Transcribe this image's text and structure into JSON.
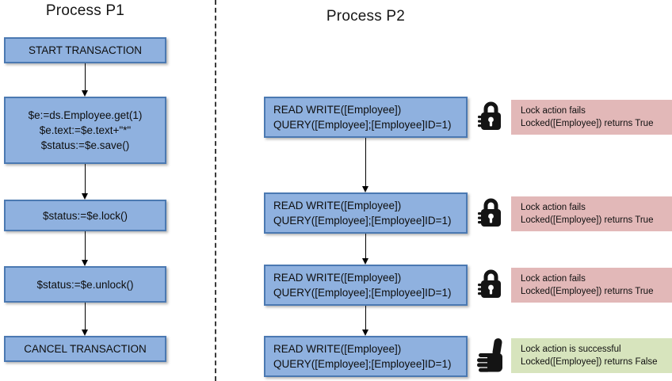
{
  "diagram": {
    "p1": {
      "title": "Process P1",
      "boxes": [
        {
          "lines": [
            "START TRANSACTION"
          ]
        },
        {
          "lines": [
            "$e:=ds.Employee.get(1)",
            "$e.text:=$e.text+\"*\"",
            "$status:=$e.save()"
          ]
        },
        {
          "lines": [
            "$status:=$e.lock()"
          ]
        },
        {
          "lines": [
            "$status:=$e.unlock()"
          ]
        },
        {
          "lines": [
            "CANCEL TRANSACTION"
          ]
        }
      ]
    },
    "p2": {
      "title": "Process P2",
      "boxes": [
        {
          "lines": [
            "READ WRITE([Employee])",
            "QUERY([Employee];[Employee]ID=1)"
          ]
        },
        {
          "lines": [
            "READ WRITE([Employee])",
            "QUERY([Employee];[Employee]ID=1)"
          ]
        },
        {
          "lines": [
            "READ WRITE([Employee])",
            "QUERY([Employee];[Employee]ID=1)"
          ]
        },
        {
          "lines": [
            "READ WRITE([Employee])",
            "QUERY([Employee];[Employee]ID=1)"
          ]
        }
      ],
      "statuses": [
        {
          "icon": "lock-icon",
          "result": "fail",
          "lines": [
            "Lock action fails",
            "Locked([Employee]) returns True"
          ]
        },
        {
          "icon": "lock-icon",
          "result": "fail",
          "lines": [
            "Lock action fails",
            "Locked([Employee]) returns True"
          ]
        },
        {
          "icon": "lock-icon",
          "result": "fail",
          "lines": [
            "Lock action fails",
            "Locked([Employee]) returns True"
          ]
        },
        {
          "icon": "thumbs-up-icon",
          "result": "success",
          "lines": [
            "Lock action is successful",
            "Locked([Employee]) returns False"
          ]
        }
      ]
    },
    "colors": {
      "box_fill": "#8FB1DF",
      "box_border": "#4B79B2",
      "fail_bg": "#E2B8B8",
      "success_bg": "#D7E4BD",
      "icon_color": "#141414"
    }
  }
}
